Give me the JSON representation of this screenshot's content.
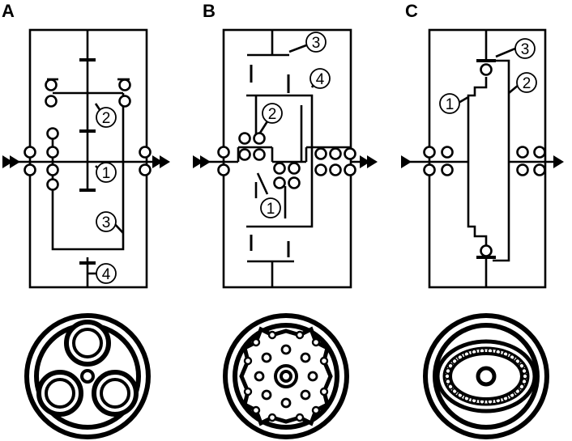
{
  "figure": {
    "panels": [
      {
        "letter": "A",
        "callouts": [
          "2",
          "1",
          "3",
          "4"
        ]
      },
      {
        "letter": "B",
        "callouts": [
          "3",
          "4",
          "2",
          "1"
        ]
      },
      {
        "letter": "C",
        "callouts": [
          "3",
          "1",
          "2"
        ]
      }
    ]
  },
  "colors": {
    "ink": "#000000",
    "paper": "#ffffff"
  }
}
